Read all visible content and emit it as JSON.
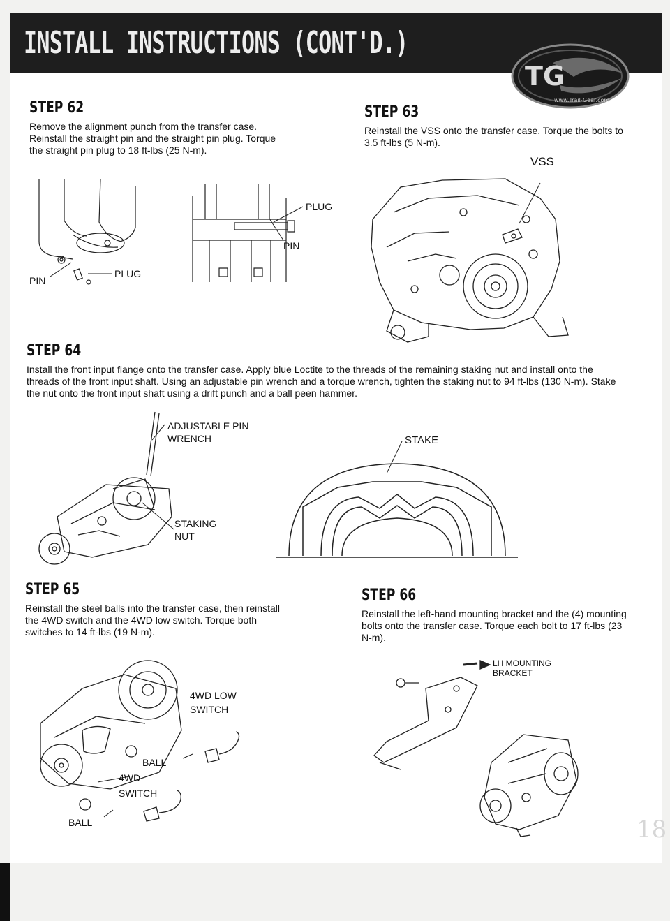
{
  "header": {
    "title": "INSTALL INSTRUCTIONS (CONT'D.)",
    "logo_text": "TG",
    "logo_url": "www.Trail-Gear.com"
  },
  "steps": {
    "s62": {
      "title": "STEP 62",
      "body": "Remove the alignment punch from the transfer case.  Reinstall the straight pin and the straight pin plug.  Torque the straight pin plug to 18 ft-lbs (25 N-m).",
      "labels": {
        "pin_left": "PIN",
        "plug_left": "PLUG",
        "plug_right": "PLUG",
        "pin_right": "PIN"
      }
    },
    "s63": {
      "title": "STEP 63",
      "body": "Reinstall the VSS onto the transfer case.  Torque the bolts to 3.5 ft-lbs (5 N-m).",
      "labels": {
        "vss": "VSS"
      }
    },
    "s64": {
      "title": "STEP 64",
      "body": "Install the front input flange onto the transfer case.  Apply blue Loctite to the threads of the remaining staking nut and install onto the threads of the front input shaft.  Using an adjustable pin wrench and a torque wrench, tighten the staking nut to 94 ft-lbs (130 N-m).  Stake the nut onto the front input shaft using a drift punch and a ball peen hammer.",
      "labels": {
        "wrench_1": "ADJUSTABLE PIN",
        "wrench_2": "WRENCH",
        "nut_1": "STAKING",
        "nut_2": "NUT",
        "stake": "STAKE"
      }
    },
    "s65": {
      "title": "STEP 65",
      "body": "Reinstall the steel balls into the transfer case, then reinstall the 4WD switch and the 4WD low switch.  Torque both switches to 14 ft-lbs (19 N-m).",
      "labels": {
        "low_1": "4WD LOW",
        "low_2": "SWITCH",
        "ball_upper": "BALL",
        "sw_1": "4WD",
        "sw_2": "SWITCH",
        "ball_lower": "BALL"
      }
    },
    "s66": {
      "title": "STEP 66",
      "body": "Reinstall the left-hand mounting bracket and the (4) mounting bolts onto the transfer case.  Torque each bolt to 17 ft-lbs (23 N-m).",
      "labels": {
        "bracket_1": "LH MOUNTING",
        "bracket_2": "BRACKET"
      }
    }
  },
  "colors": {
    "header_band": "#1e1e1e",
    "ink": "#111111",
    "paper": "#ffffff"
  }
}
